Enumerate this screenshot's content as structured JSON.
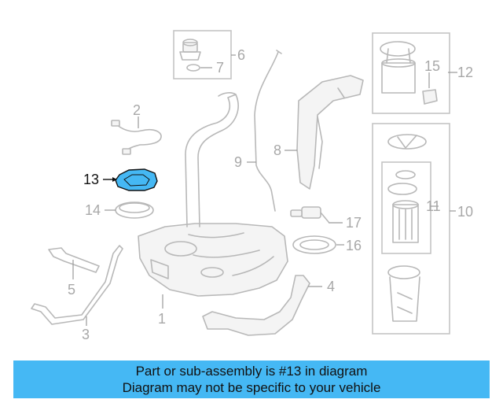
{
  "diagram": {
    "labels": {
      "p1": "1",
      "p2": "2",
      "p3": "3",
      "p4": "4",
      "p5": "5",
      "p6": "6",
      "p7": "7",
      "p8": "8",
      "p9": "9",
      "p10": "10",
      "p11": "11",
      "p12": "12",
      "p13": "13",
      "p14": "14",
      "p15": "15",
      "p16": "16",
      "p17": "17"
    },
    "highlight_part": "13",
    "highlight_color": "#45b8f4"
  },
  "banner": {
    "line1": "Part or sub-assembly is #13 in diagram",
    "line2": "Diagram may not be specific to your vehicle",
    "background": "#45b8f4"
  }
}
